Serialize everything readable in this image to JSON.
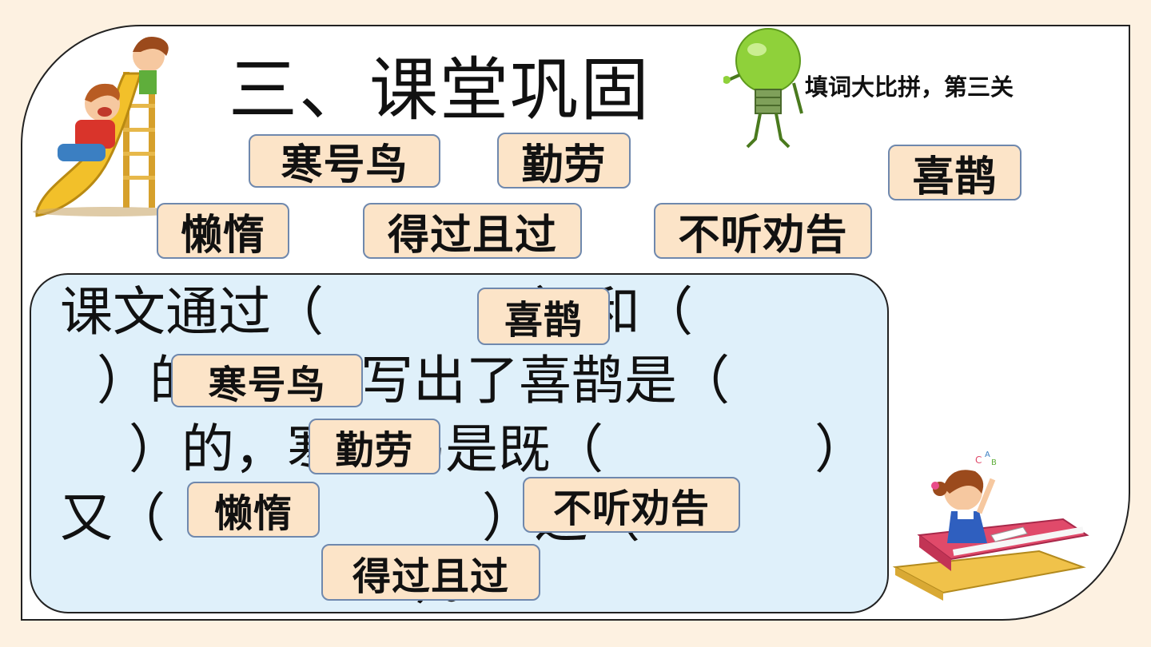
{
  "title": "三、课堂巩固",
  "subtitle": "填词大比拼，第三关",
  "word_bank": [
    "寒号鸟",
    "勤劳",
    "喜鹊",
    "懒惰",
    "得过且过",
    "不听劝告"
  ],
  "paragraph": {
    "line1": "课文通过（　　　　）和（",
    "line2": "）的对比，写出了喜鹊是（",
    "line3": "）的，寒号鸟是既（　　　　）",
    "line4": "又（　　　　　　）还（",
    "line5": "）。"
  },
  "answers": {
    "blank1": "喜鹊",
    "blank2": "寒号鸟",
    "blank3": "勤劳",
    "blank4": "懒惰",
    "blank5": "不听劝告",
    "blank6": "得过且过"
  },
  "colors": {
    "background": "#fdf1e1",
    "chip_fill": "#fce4c8",
    "chip_border": "#6f88ad",
    "panel_fill": "#dff0fa"
  }
}
